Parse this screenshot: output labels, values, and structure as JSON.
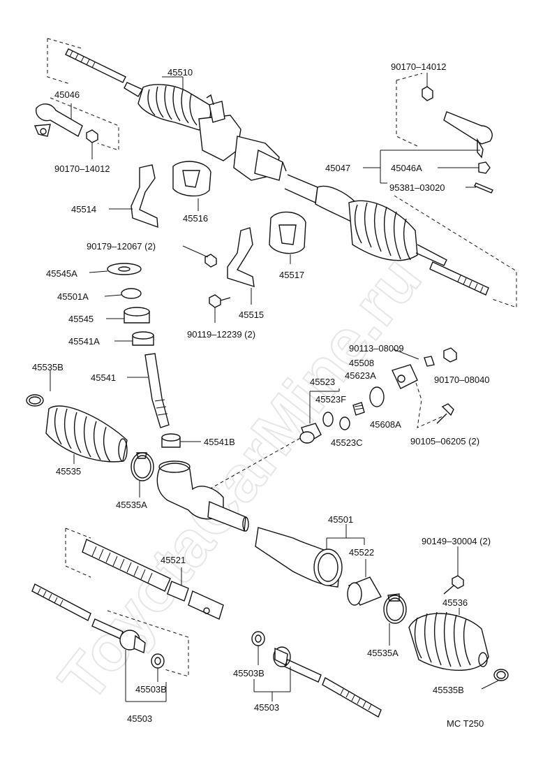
{
  "watermark": "ToyotaCarMine.ru",
  "diagram_code": "MC  T250",
  "labels": {
    "p45510": "45510",
    "p45046": "45046",
    "p90170_14012_top": "90170–14012",
    "p90170_14012_left": "90170–14012",
    "p45047": "45047",
    "p45046A": "45046A",
    "p95381": "95381–03020",
    "p45514": "45514",
    "p45516": "45516",
    "p90179": "90179–12067 (2)",
    "p45517": "45517",
    "p45545A": "45545A",
    "p45501A": "45501A",
    "p45545": "45545",
    "p45541A": "45541A",
    "p45515": "45515",
    "p90119": "90119–12239 (2)",
    "p90113": "90113–08009",
    "p45508": "45508",
    "p45523": "45523",
    "p45623A": "45623A",
    "p90170_08040": "90170–08040",
    "p45535B_top": "45535B",
    "p45541": "45541",
    "p45523F": "45523F",
    "p45608A": "45608A",
    "p90105": "90105–06205 (2)",
    "p45523C": "45523C",
    "p45541B": "45541B",
    "p45535": "45535",
    "p45535A_left": "45535A",
    "p45501": "45501",
    "p90149": "90149–30004 (2)",
    "p45522": "45522",
    "p45521": "45521",
    "p45536": "45536",
    "p45535A_right": "45535A",
    "p45503B_left": "45503B",
    "p45503_left": "45503",
    "p45503B_mid": "45503B",
    "p45503_mid": "45503",
    "p45535B_bottom": "45535B"
  }
}
